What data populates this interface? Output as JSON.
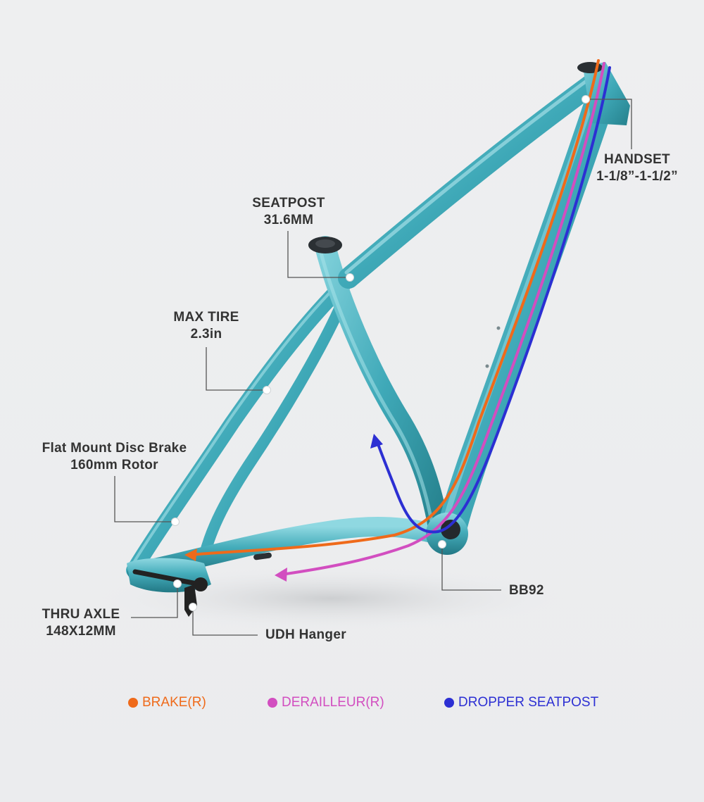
{
  "labels": {
    "handset": {
      "line1": "HANDSET",
      "line2": "1-1/8”-1-1/2”"
    },
    "seatpost": {
      "line1": "SEATPOST",
      "line2": "31.6MM"
    },
    "max_tire": {
      "line1": "MAX TIRE",
      "line2": "2.3in"
    },
    "disc_brake": {
      "line1": "Flat Mount Disc Brake",
      "line2": "160mm Rotor"
    },
    "thru_axle": {
      "line1": "THRU AXLE",
      "line2": "148X12MM"
    },
    "udh_hanger": {
      "text": "UDH Hanger"
    },
    "bb": {
      "text": "BB92"
    }
  },
  "legend": [
    {
      "label": "BRAKE(R)",
      "color": "#ef6a1a"
    },
    {
      "label": "DERAILLEUR(R)",
      "color": "#d24ec0"
    },
    {
      "label": "DROPPER SEATPOST",
      "color": "#2c2fd3"
    }
  ],
  "colors": {
    "frame": "#3fa9b8",
    "frame_highlight": "#8fd6df",
    "frame_shadow": "#237985",
    "callout_line": "#555555",
    "text": "#333333"
  }
}
